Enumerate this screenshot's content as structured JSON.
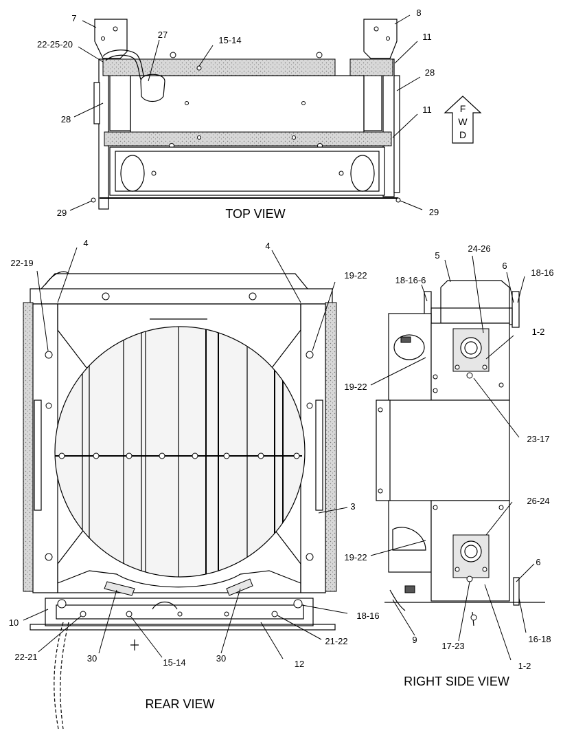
{
  "views": {
    "top": "TOP VIEW",
    "rear": "REAR VIEW",
    "right_side": "RIGHT SIDE VIEW"
  },
  "fwd_arrow": {
    "letters": [
      "F",
      "W",
      "D"
    ]
  },
  "top_callouts": [
    "7",
    "8",
    "22-25-20",
    "27",
    "15-14",
    "11",
    "28",
    "28",
    "11",
    "29",
    "29"
  ],
  "rear_callouts": [
    "4",
    "4",
    "22-19",
    "19-22",
    "3",
    "10",
    "22-21",
    "30",
    "15-14",
    "30",
    "12",
    "21-22",
    "18-16"
  ],
  "side_callouts": [
    "5",
    "24-26",
    "18-16-6",
    "6",
    "18-16",
    "1-2",
    "19-22",
    "23-17",
    "26-24",
    "19-22",
    "6",
    "9",
    "17-23",
    "1-2",
    "16-18"
  ]
}
